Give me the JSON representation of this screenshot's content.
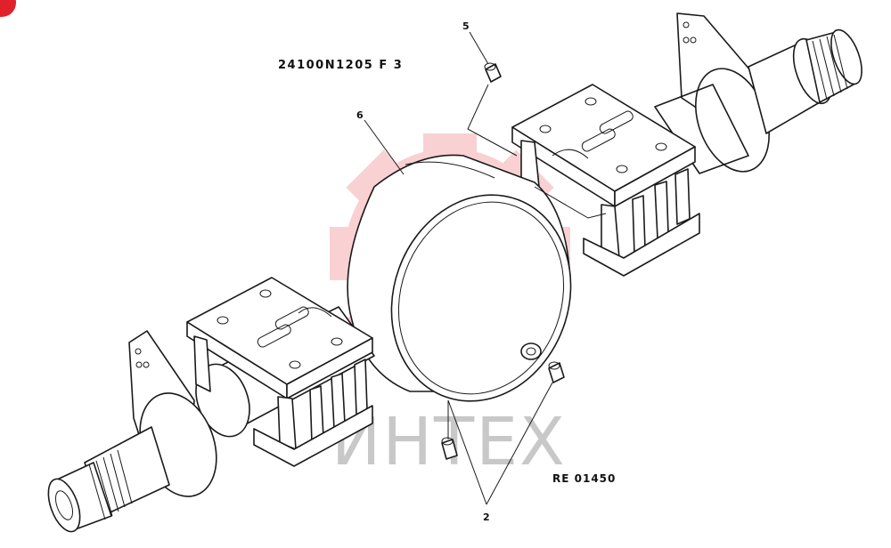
{
  "drawing": {
    "part_code": "24100N1205 F 3",
    "reference_code": "RE 01450"
  },
  "callouts": [
    {
      "number": "5"
    },
    {
      "number": "6"
    },
    {
      "number": "2"
    }
  ],
  "watermark": {
    "text": "ИНТЕХ",
    "color": "#e8323c"
  },
  "corner_badge_color": "#e0202a"
}
